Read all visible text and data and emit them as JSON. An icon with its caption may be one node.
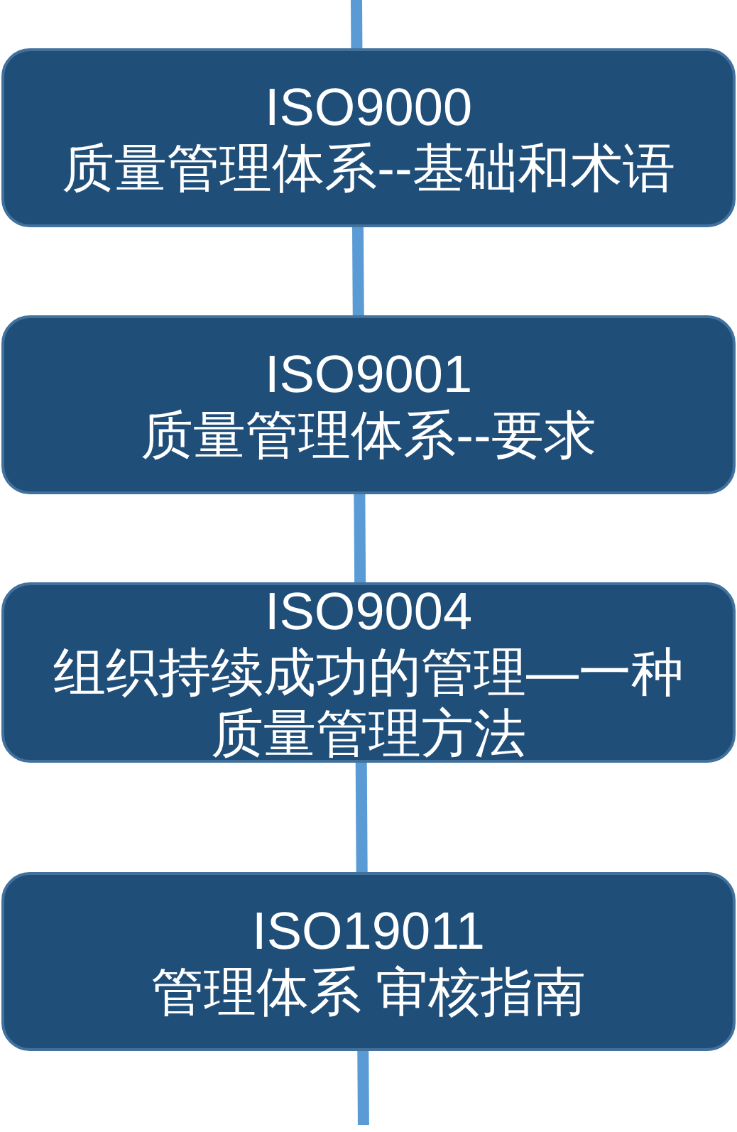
{
  "diagram": {
    "nodes": [
      {
        "text": [
          "ISO9000",
          "质量管理体系--基础和术语"
        ]
      },
      {
        "text": [
          "ISO9001",
          "质量管理体系--要求"
        ]
      },
      {
        "text": [
          "ISO9004",
          "组织持续成功的管理—一种质量管理方法"
        ]
      },
      {
        "text": [
          "ISO19011",
          "管理体系 审核指南"
        ]
      }
    ],
    "edges": [
      {
        "from": null,
        "to": 0,
        "arrow": "none"
      },
      {
        "from": 0,
        "to": 1,
        "arrow": "none"
      },
      {
        "from": 1,
        "to": 2,
        "arrow": "none"
      },
      {
        "from": 2,
        "to": 3,
        "arrow": "none"
      },
      {
        "from": 3,
        "to": null,
        "arrow": "none"
      }
    ]
  }
}
